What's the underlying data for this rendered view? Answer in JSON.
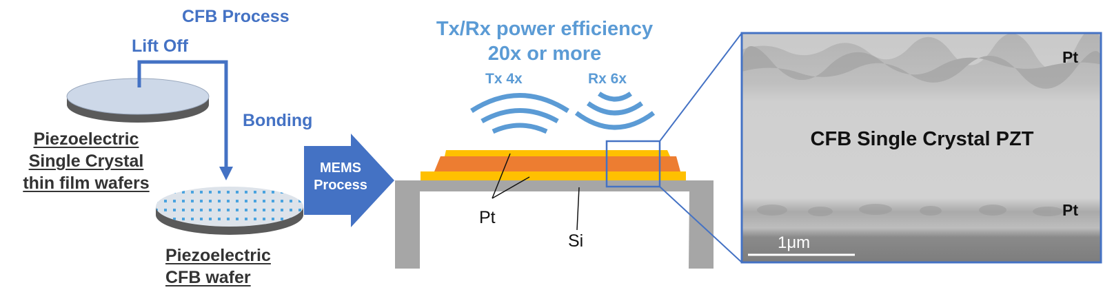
{
  "process": {
    "title": "CFB Process",
    "lift_off": "Lift Off",
    "bonding": "Bonding",
    "mems_line1": "MEMS",
    "mems_line2": "Process"
  },
  "wafers": {
    "single_crystal": [
      "Piezoelectric",
      "Single Crystal",
      "thin film wafers"
    ],
    "cfb": [
      "Piezoelectric",
      "CFB wafer"
    ]
  },
  "efficiency": {
    "line1": "Tx/Rx power efficiency",
    "line2": "20x  or more",
    "tx": "Tx 4x",
    "rx": "Rx 6x"
  },
  "device": {
    "pt_label": "Pt",
    "si_label": "Si"
  },
  "micrograph": {
    "top_layer": "Pt",
    "center_layer": "CFB Single Crystal PZT",
    "bottom_layer": "Pt",
    "scale_bar": "1μm"
  },
  "colors": {
    "accent_blue": "#4472c4",
    "light_blue": "#5b9bd5",
    "wave_blue": "#5b9bd5",
    "pt_yellow": "#ffc000",
    "pzt_orange": "#ed7d31",
    "si_gray": "#a6a6a6"
  }
}
